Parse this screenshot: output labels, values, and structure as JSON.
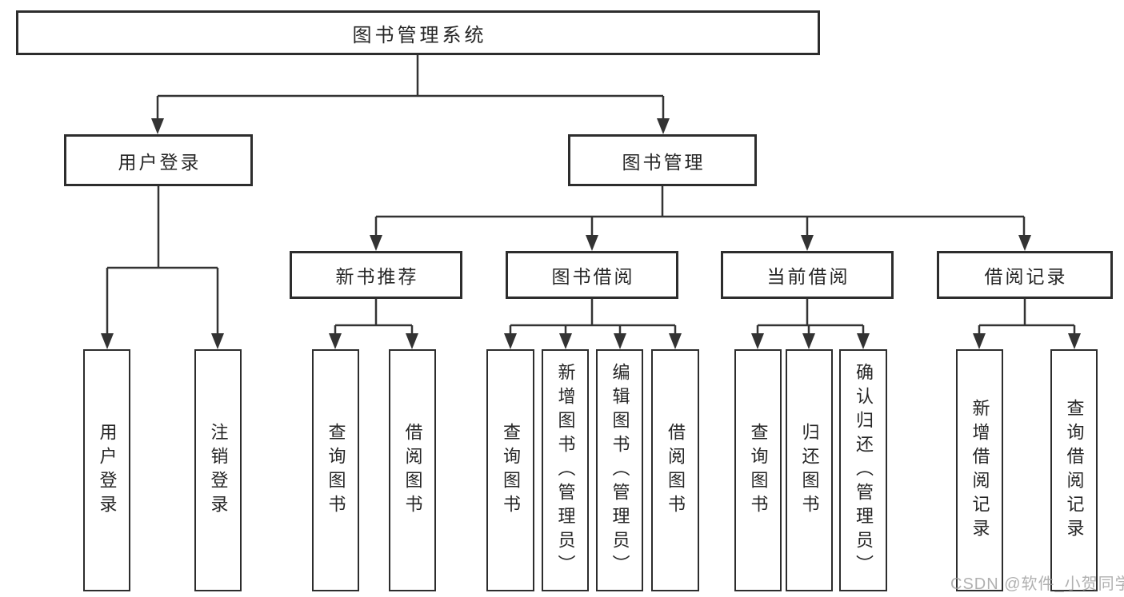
{
  "tree": {
    "label": "图书管理系统",
    "children": [
      {
        "label": "用户登录",
        "children": [
          {
            "label": "用户登录"
          },
          {
            "label": "注销登录"
          }
        ]
      },
      {
        "label": "图书管理",
        "children": [
          {
            "label": "新书推荐",
            "children": [
              {
                "label": "查询图书"
              },
              {
                "label": "借阅图书"
              }
            ]
          },
          {
            "label": "图书借阅",
            "children": [
              {
                "label": "查询图书"
              },
              {
                "label": "新增图书（管理员）"
              },
              {
                "label": "编辑图书（管理员）"
              },
              {
                "label": "借阅图书"
              }
            ]
          },
          {
            "label": "当前借阅",
            "children": [
              {
                "label": "查询图书"
              },
              {
                "label": "归还图书"
              },
              {
                "label": "确认归还（管理员）"
              }
            ]
          },
          {
            "label": "借阅记录",
            "children": [
              {
                "label": "新增借阅记录"
              },
              {
                "label": "查询借阅记录"
              }
            ]
          }
        ]
      }
    ]
  },
  "watermark": {
    "text": "CSDN @软件_小贺同学"
  },
  "colors": {
    "line": "#333333",
    "box_border": "#2d2d2d",
    "text": "#262626",
    "watermark": "#9d9d9d",
    "background": "#ffffff"
  }
}
